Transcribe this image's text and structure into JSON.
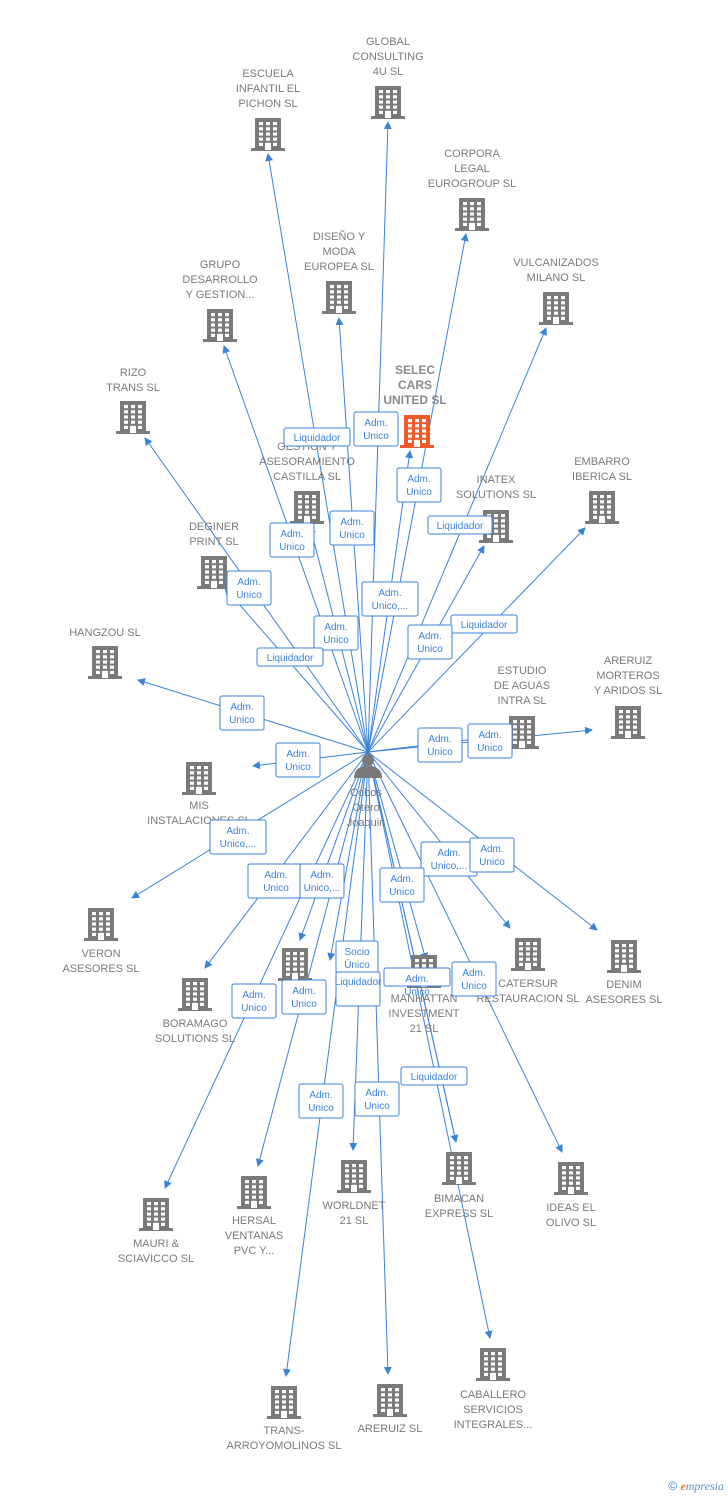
{
  "colors": {
    "edge": "#3b83d8",
    "node": "#7a7a7a",
    "focus": "#f05a28",
    "label": "#7a7a7a"
  },
  "center": {
    "name": [
      "Cobos",
      "Otero",
      "Joaquin"
    ],
    "icon": "person-icon"
  },
  "focus_company": {
    "name": [
      "SELEC",
      "CARS",
      "UNITED  SL"
    ],
    "icon": "building-icon"
  },
  "companies": [
    {
      "id": "global",
      "name": [
        "GLOBAL",
        "CONSULTING",
        "4U SL"
      ]
    },
    {
      "id": "escuela",
      "name": [
        "ESCUELA",
        "INFANTIL EL",
        "PICHON SL"
      ]
    },
    {
      "id": "corpora",
      "name": [
        "CORPORA",
        "LEGAL",
        "EUROGROUP SL"
      ]
    },
    {
      "id": "diseno",
      "name": [
        "DISEÑO Y",
        "MODA",
        "EUROPEA SL"
      ]
    },
    {
      "id": "vulcanizados",
      "name": [
        "VULCANIZADOS",
        "MILANO SL"
      ]
    },
    {
      "id": "grupo",
      "name": [
        "GRUPO",
        "DESARROLLO",
        "Y GESTION..."
      ]
    },
    {
      "id": "rizo",
      "name": [
        "RIZO",
        "TRANS SL"
      ]
    },
    {
      "id": "gestion",
      "name": [
        "GESTION Y",
        "ASESORAMIENTO",
        "CASTILLA  SL"
      ]
    },
    {
      "id": "inatex",
      "name": [
        "INATEX",
        "SOLUTIONS SL"
      ]
    },
    {
      "id": "embarro",
      "name": [
        "EMBARRO",
        "IBERICA SL"
      ]
    },
    {
      "id": "deginer",
      "name": [
        "DEGINER",
        "PRINT SL"
      ]
    },
    {
      "id": "hangzou",
      "name": [
        "HANGZOU SL"
      ]
    },
    {
      "id": "estudio",
      "name": [
        "ESTUDIO",
        "DE AGUAS",
        "INTRA  SL"
      ]
    },
    {
      "id": "areruizm",
      "name": [
        "ARERUIZ",
        "MORTEROS",
        "Y ARIDOS SL"
      ]
    },
    {
      "id": "mis",
      "name": [
        "MIS",
        "INSTALACIONES SL"
      ]
    },
    {
      "id": "veron",
      "name": [
        "VERON",
        "ASESORES SL"
      ]
    },
    {
      "id": "boramago",
      "name": [
        "BORAMAGO",
        "SOLUTIONS SL"
      ]
    },
    {
      "id": "manhattan",
      "name": [
        "MANHATTAN",
        "INVESTMENT",
        "21 SL"
      ]
    },
    {
      "id": "catersur",
      "name": [
        "CATERSUR",
        "RESTAURACION SL"
      ]
    },
    {
      "id": "denim",
      "name": [
        "DENIM",
        "ASESORES SL"
      ]
    },
    {
      "id": "mauri",
      "name": [
        "MAURI &",
        "SCIAVICCO SL"
      ]
    },
    {
      "id": "hersal",
      "name": [
        "HERSAL",
        "VENTANAS",
        "PVC Y..."
      ]
    },
    {
      "id": "worldnet",
      "name": [
        "WORLDNET",
        "21 SL"
      ]
    },
    {
      "id": "bimacan",
      "name": [
        "BIMACAN",
        "EXPRESS SL"
      ]
    },
    {
      "id": "ideas",
      "name": [
        "IDEAS EL",
        "OLIVO SL"
      ]
    },
    {
      "id": "trans",
      "name": [
        "TRANS-",
        "ARROYOMOLINOS SL"
      ]
    },
    {
      "id": "areruiz",
      "name": [
        "ARERUIZ SL"
      ]
    },
    {
      "id": "caballero",
      "name": [
        "CABALLERO",
        "SERVICIOS",
        "INTEGRALES..."
      ]
    },
    {
      "id": "unnamed",
      "name": []
    }
  ],
  "role_labels": [
    {
      "id": "r1",
      "text": [
        "Liquidador"
      ]
    },
    {
      "id": "r2",
      "text": [
        "Adm.",
        "Unico"
      ]
    },
    {
      "id": "r3",
      "text": [
        "Adm.",
        "Unico"
      ]
    },
    {
      "id": "r4",
      "text": [
        "Liquidador"
      ]
    },
    {
      "id": "r5",
      "text": [
        "Adm.",
        "Unico"
      ]
    },
    {
      "id": "r6",
      "text": [
        "Adm.",
        "Unico"
      ]
    },
    {
      "id": "r7",
      "text": [
        "Adm.",
        "Unico"
      ]
    },
    {
      "id": "r8",
      "text": [
        "Adm.",
        "Unico,..."
      ]
    },
    {
      "id": "r9",
      "text": [
        "Adm.",
        "Unico"
      ]
    },
    {
      "id": "r10",
      "text": [
        "Liquidador"
      ]
    },
    {
      "id": "r11",
      "text": [
        "Liquidador"
      ]
    },
    {
      "id": "r12",
      "text": [
        "Adm.",
        "Unico"
      ]
    },
    {
      "id": "r13",
      "text": [
        "Adm.",
        "Unico"
      ]
    },
    {
      "id": "r14",
      "text": [
        "Adm.",
        "Unico"
      ]
    },
    {
      "id": "r15",
      "text": [
        "Adm.",
        "Unico"
      ]
    },
    {
      "id": "r16",
      "text": [
        "Adm.",
        "Unico"
      ]
    },
    {
      "id": "r17",
      "text": [
        "Adm.",
        "Unico,..."
      ]
    },
    {
      "id": "r18",
      "text": [
        "Adm.",
        "Unico,..."
      ]
    },
    {
      "id": "r19",
      "text": [
        "Adm.",
        "Unico"
      ]
    },
    {
      "id": "r20",
      "text": [
        "Adm.",
        "Unico"
      ]
    },
    {
      "id": "r21",
      "text": [
        "Adm.",
        "Unico,..."
      ]
    },
    {
      "id": "r22",
      "text": [
        "Adm.",
        "Unico"
      ]
    },
    {
      "id": "r23",
      "text": [
        "Socio",
        "Único"
      ]
    },
    {
      "id": "r24",
      "text": [
        "Adm.",
        "Unico"
      ]
    },
    {
      "id": "r25",
      "text": [
        "Liquidador"
      ]
    },
    {
      "id": "r26",
      "text": [
        "Adm.",
        "Unico"
      ]
    },
    {
      "id": "r27",
      "text": [
        "Adm.",
        "Unico"
      ]
    },
    {
      "id": "r28",
      "text": [
        "Adm.",
        "Unico"
      ]
    },
    {
      "id": "r29",
      "text": [
        "Liquidador"
      ]
    },
    {
      "id": "r30",
      "text": [
        "Adm.",
        "Unico"
      ]
    },
    {
      "id": "r31",
      "text": [
        "Adm.",
        "Unico"
      ]
    }
  ],
  "footer": {
    "copyright": "©",
    "brand_e": "e",
    "brand_rest": "mpresia"
  }
}
